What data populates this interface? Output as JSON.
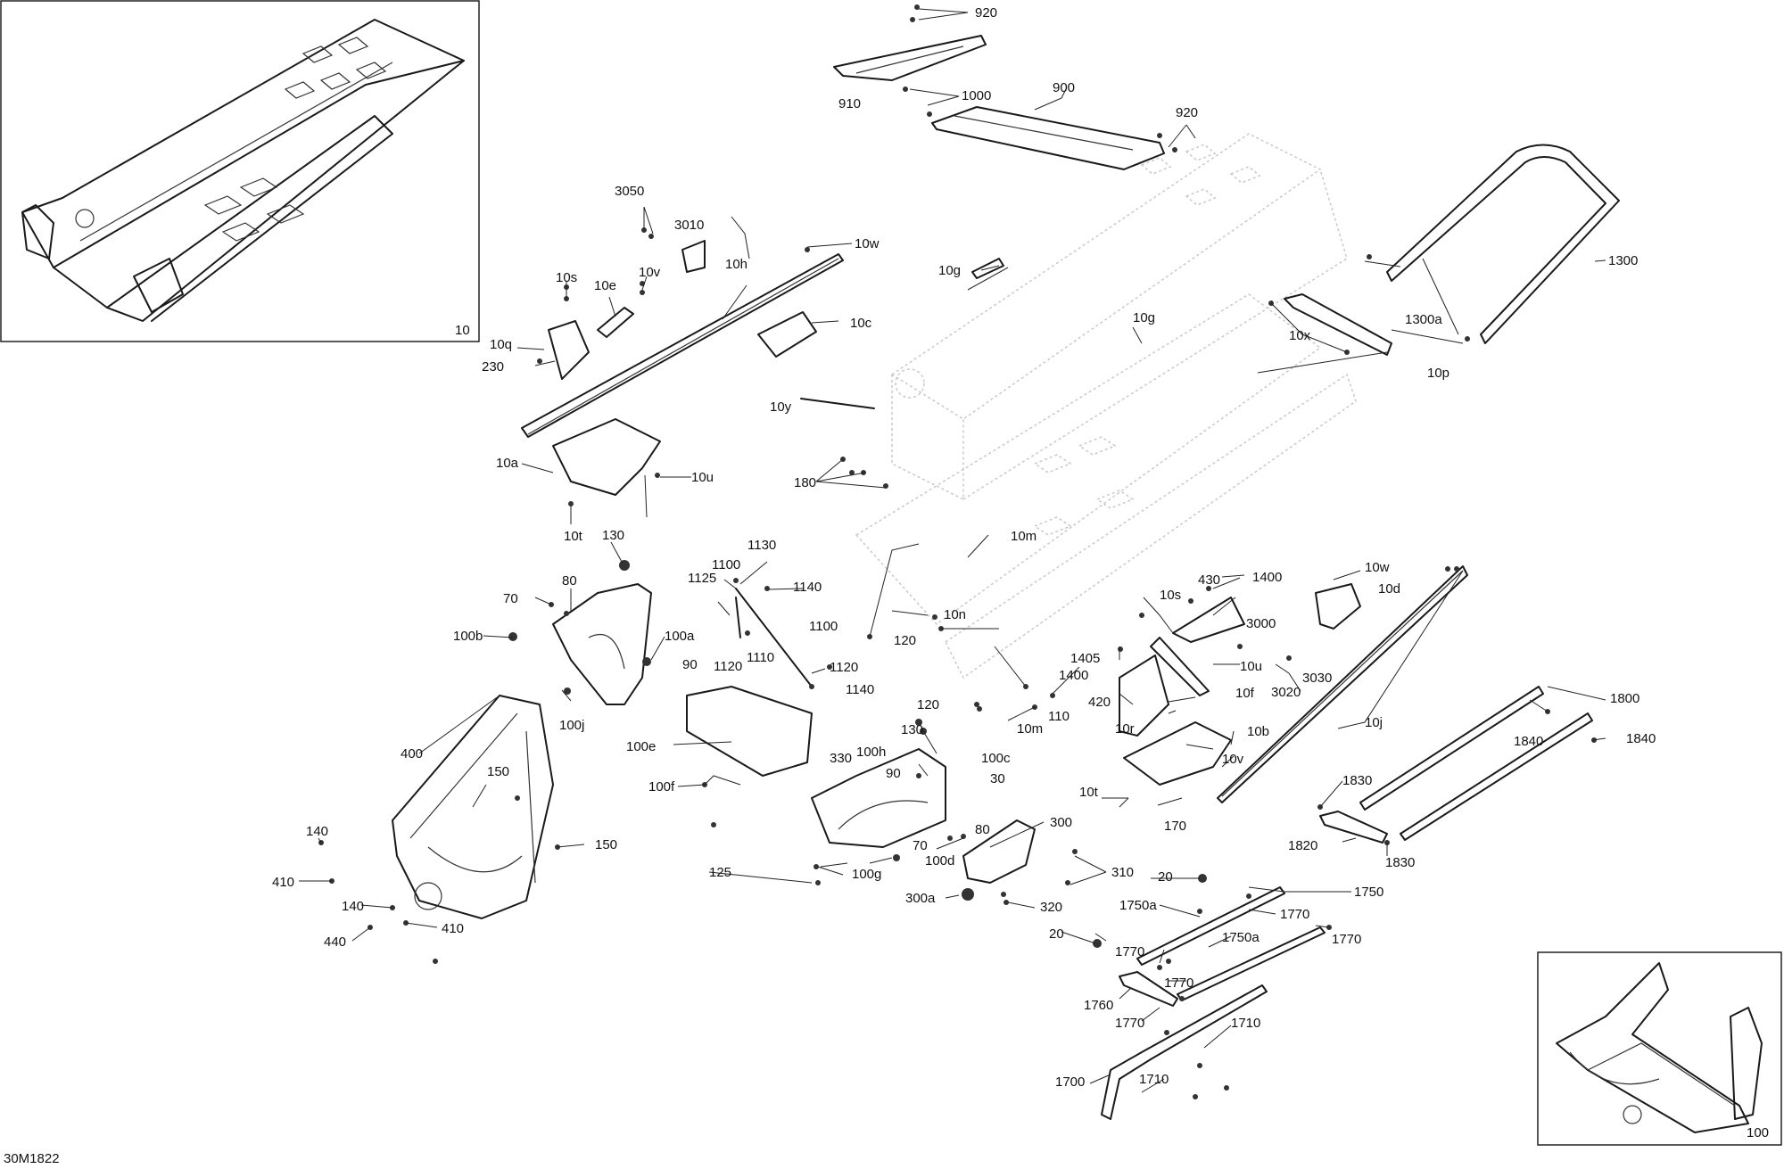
{
  "figure_code": "30M1822",
  "inset_top_left_label": "10",
  "inset_bottom_right_label": "100",
  "callouts": {
    "c920a": "920",
    "c910": "910",
    "c1000": "1000",
    "c900": "900",
    "c920b": "920",
    "c3050": "3050",
    "c3010": "3010",
    "c10w_top": "10w",
    "c10s_left": "10s",
    "c10e": "10e",
    "c10v_top": "10v",
    "c10h": "10h",
    "c10g_a": "10g",
    "c10g_b": "10g",
    "c10c": "10c",
    "c10q": "10q",
    "c230": "230",
    "c10x": "10x",
    "c1300": "1300",
    "c1300a": "1300a",
    "c10p": "10p",
    "c10y": "10y",
    "c10a": "10a",
    "c10u_top": "10u",
    "c180": "180",
    "c10t_top": "10t",
    "c130_top": "130",
    "c80_top": "80",
    "c70_top": "70",
    "c100b": "100b",
    "c100a": "100a",
    "c90_top": "90",
    "c100j": "100j",
    "c1130": "1130",
    "c1100_a": "1100",
    "c1125": "1125",
    "c1140_a": "1140",
    "c1100_b": "1100",
    "c120_a": "120",
    "c1120_a": "1120",
    "c1110": "1110",
    "c1120_b": "1120",
    "c1140_b": "1140",
    "c10m_a": "10m",
    "c10n": "10n",
    "c430": "430",
    "c1400_a": "1400",
    "c10w_right": "10w",
    "c10d": "10d",
    "c10s_right": "10s",
    "c3000": "3000",
    "c10u_right": "10u",
    "c3030": "3030",
    "c3020": "3020",
    "c1405": "1405",
    "c1400_b": "1400",
    "c10f": "10f",
    "c420": "420",
    "c110": "110",
    "c120_b": "120",
    "c10m_b": "10m",
    "c10r": "10r",
    "c10b": "10b",
    "c10j": "10j",
    "c10v_right": "10v",
    "c1800": "1800",
    "c1840_a": "1840",
    "c1840_b": "1840",
    "c400": "400",
    "c100e": "100e",
    "c130_mid": "130",
    "c100h": "100h",
    "c100c": "100c",
    "c330": "330",
    "c90_mid": "90",
    "c30": "30",
    "c100f": "100f",
    "c150_a": "150",
    "c150_b": "150",
    "c140_a": "140",
    "c410_a": "410",
    "c140_b": "140",
    "c410_b": "410",
    "c440": "440",
    "c80_mid": "80",
    "c70_mid": "70",
    "c300": "300",
    "c100d": "100d",
    "c125": "125",
    "c100g": "100g",
    "c310": "310",
    "c300a": "300a",
    "c320": "320",
    "c20_a": "20",
    "c10t_mid": "10t",
    "c170": "170",
    "c1830_a": "1830",
    "c1820": "1820",
    "c1830_b": "1830",
    "c1750a_a": "1750a",
    "c1750": "1750",
    "c1770_a": "1770",
    "c1770_b": "1770",
    "c20_b": "20",
    "c1750a_b": "1750a",
    "c1770_c": "1770",
    "c1770_d": "1770",
    "c1760": "1760",
    "c1770_e": "1770",
    "c1710_a": "1710",
    "c1700": "1700",
    "c1710_b": "1710"
  }
}
